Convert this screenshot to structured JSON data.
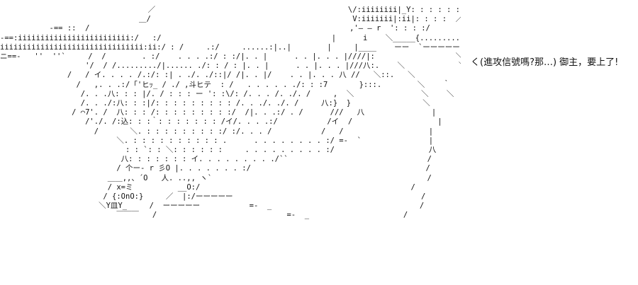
{
  "art": {
    "lines": [
      "                                 ／                                           \\/:iiiiiiii|_Y: : : : : : : : :＼:iiiiiiiiiii",
      "                               ＿/                                             V:iiiiiii|:ii|: : : :  ／￣￣￣￣ ＼:ii:",
      "           -== ::  /                                                          ,'— — r  ': : : :/          ＼",
      "-==:iiiiiiiiiiiiiiiiiiiiiiiii:/   :/                                      |      i    ＼_____{............",
      "iiiiiiiiiiiiiiiiiiiiiiiiiiiiiiii:ii:/ : /     .:/     ......:|..|        |     |____    ーー  `ーーーーーミ:...",
      "ニ==-   ''  ''`     /  /        . :/    . . . .:/ : :/|. . |      . . |. . . |////|:                  ＼ーー",
      "                   '/  / /........./|...... ./: : / : |. . |      . . |. . . |///八:.                 ＼",
      "               /   / イ. . . . /.:/: :| . ./. ./::|/ /|. . |/    . . |. . . 八 //   ＼::.",
      "                 /   ,. . .:/「'ヒｯ_ / ./ ,斗ヒテ  : /   . . . . . ./: : :7       }:::.",
      "                  /. . .八: : : |/. / : : : ー ': :\\/: /. . . /. ./. /     ,  ＼",
      "                  /. . ./:八: : :|/: : : : : : : : : /. . ./. ./. /     八:}  }",
      "                / ⌒7'. /  八: : : /: : : : : : : : :/  /|. . .:/ . /      ///   八",
      "                   /'./. /:込: : :｀: : : : : : : /イ/. . . .:/           /イ  /",
      "                     /       ＼. : : : : : : : : :/ :/. . . /           /   /",
      "                          ＼. : : : : : : : : : : .      . . . . . . . . :/ =-  `",
      "                            : : `: : ＼: : : : : :     . . . . . . . . . :/",
      "                           八: : : : : : : イ. . . . . . . . ./``",
      "                          / 个ー- r 彡O |. . . . . . . :/",
      "                        ＿＿,,、´O   人. ..,, ヽ`",
      "                        / x=ミ          __O:/",
      "                       / {:OnO:}     ／  |:/ーーーーー",
      "                      ＼Y皿Y_     /  ーーーーー           =-  _",
      "                          ￣￣￣   /                             =-  _"
    ],
    "right_lines": [
      "",
      "",
      "",
      "",
      "",
      "",
      "                                                                                        ＼",
      "                                                                                         ＼",
      "                                                                                          ＼    ｀",
      "                                                                                            ＼    ＼",
      "                                                                                             ＼",
      "                                                                                               |",
      "                                                                                               |",
      "                                                                                               |",
      "                                                                                               |",
      "                                                                                               八",
      "                                                                                              /",
      "                                                                                             /",
      "                                                                                            /",
      "                                                                                           /",
      "                                                                                          /",
      "                                                                                         /",
      "                                                                                        /"
    ]
  },
  "caption": {
    "text": "く(進攻信號嗎?那…) 御主，要上了!"
  }
}
